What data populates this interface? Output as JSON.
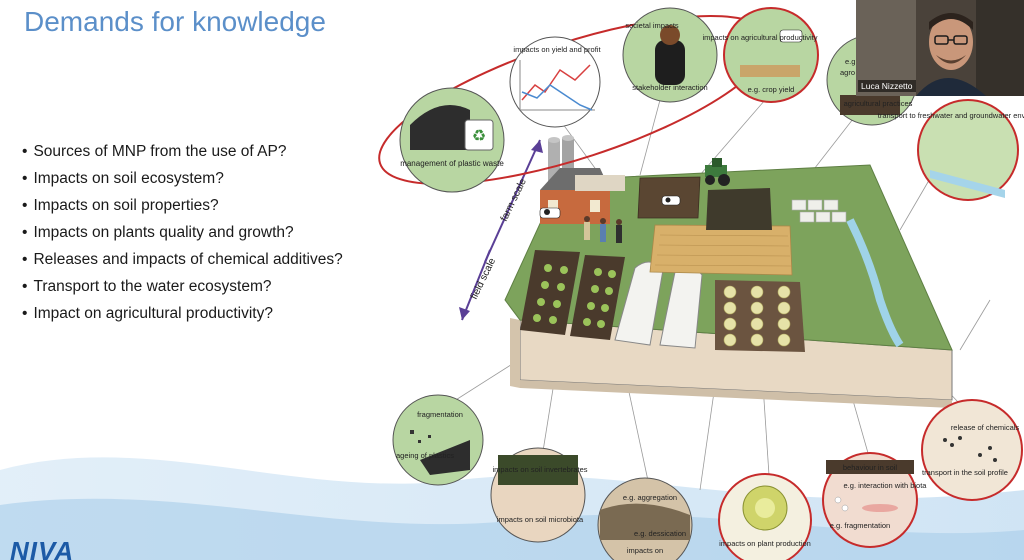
{
  "slide": {
    "title": "Demands for knowledge",
    "bullets": [
      "Sources of MNP from the use of AP?",
      "Impacts on soil ecosystem?",
      "Impacts on soil properties?",
      "Impacts on plants quality and growth?",
      "Releases and impacts of chemical additives?",
      "Transport to the water ecosystem?",
      "Impact on agricultural productivity?"
    ],
    "logo_text": "NIVA"
  },
  "illustration": {
    "scale_labels": {
      "farm": "farm scale",
      "field": "field scale"
    },
    "circles": {
      "plastic_waste": "management of plastic waste",
      "yield_profit": "impacts on yield and profit",
      "societal": "societal impacts",
      "stakeholder": "stakeholder interaction",
      "productivity": "impacts on agricultural productivity",
      "crop_yield": "e.g. crop yield",
      "practices_eg": "e.g.",
      "practices_agr": "agro",
      "practices": "agricultural practices",
      "freshwater": "transport to freshwater and groundwater environments",
      "chemicals": "release of chemicals",
      "soil_transport": "transport in the soil profile",
      "fragmentation": "fragmentation",
      "ageing": "ageing of plastics",
      "invertebrates": "impacts on soil invertebrates",
      "microbiota": "impacts on soil microbiota",
      "aggregation": "e.g. aggregation",
      "dessication": "e.g. dessication",
      "impacts_on": "impacts on",
      "plant_production": "impacts on plant production",
      "behaviour": "behaviour in soil",
      "interaction_biota": "e.g. interaction with biota",
      "frag_eg": "e.g. fragmentation"
    }
  },
  "video": {
    "participant_name": "Luca Nizzetto"
  },
  "colors": {
    "title": "#5b8fc9",
    "ring": "#c62b2b",
    "logo": "#1c5aa6",
    "scale_arrow": "#5a3f96",
    "field": "#7da35c"
  }
}
